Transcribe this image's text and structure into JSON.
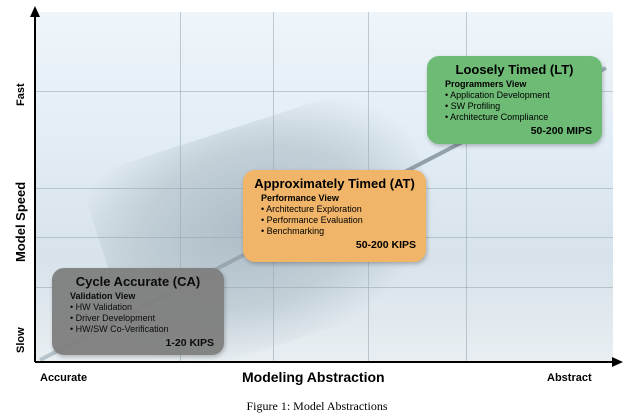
{
  "axes": {
    "y_label": "Model Speed",
    "y_fast": "Fast",
    "y_slow": "Slow",
    "x_label": "Modeling Abstraction",
    "x_left": "Accurate",
    "x_right": "Abstract"
  },
  "boxes": {
    "ca": {
      "title": "Cycle Accurate (CA)",
      "view": "Validation View",
      "items": [
        "HW Validation",
        "Driver Development",
        "HW/SW Co-Verification"
      ],
      "rate": "1-20 KIPS",
      "color": "#7f7f7f"
    },
    "at": {
      "title": "Approximately Timed (AT)",
      "view": "Performance View",
      "items": [
        "Architecture Exploration",
        "Performance Evaluation",
        "Benchmarking"
      ],
      "rate": "50-200 KIPS",
      "color": "#f0b569"
    },
    "lt": {
      "title": "Loosely Timed (LT)",
      "view": "Programmers View",
      "items": [
        "Application Development",
        "SW Profiling",
        "Architecture Compliance"
      ],
      "rate": "50-200 MIPS",
      "color": "#6dbb75"
    }
  },
  "caption": "Figure 1: Model Abstractions"
}
